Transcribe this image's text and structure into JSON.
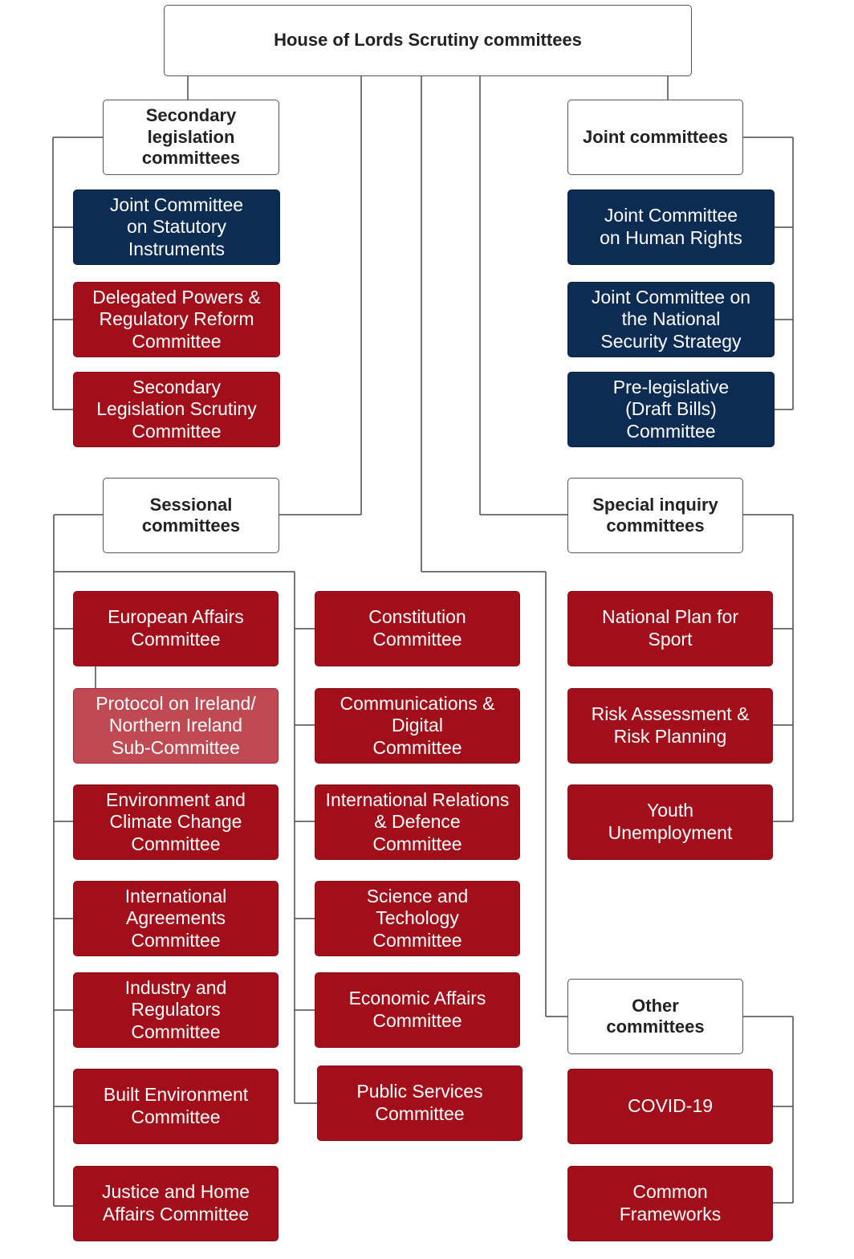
{
  "root": "House of Lords Scrutiny committees",
  "groups": {
    "secondary": {
      "heading": "Secondary\nlegislation\ncommittees",
      "items": [
        "Joint Committee\non Statutory\nInstruments",
        "Delegated Powers &\nRegulatory Reform\nCommittee",
        "Secondary\nLegislation Scrutiny\nCommittee"
      ]
    },
    "joint": {
      "heading": "Joint committees",
      "items": [
        "Joint Committee\non Human Rights",
        "Joint Committee on\nthe National\nSecurity Strategy",
        "Pre-legislative\n(Draft Bills)\nCommittee"
      ]
    },
    "sessional": {
      "heading": "Sessional\ncommittees",
      "left": [
        "European Affairs\nCommittee",
        "Protocol on Ireland/\nNorthern Ireland\nSub-Committee",
        "Environment and\nClimate Change\nCommittee",
        "International\nAgreements\nCommittee",
        "Industry and\nRegulators\nCommittee",
        "Built Environment\nCommittee",
        "Justice and Home\nAffairs Committee"
      ],
      "right": [
        "Constitution\nCommittee",
        "Communications &\nDigital\nCommittee",
        "International Relations\n& Defence\nCommittee",
        "Science and\nTechology\nCommittee",
        "Economic Affairs\nCommittee",
        "Public Services\nCommittee"
      ]
    },
    "special": {
      "heading": "Special inquiry\ncommittees",
      "items": [
        "National Plan for\nSport",
        "Risk Assessment &\nRisk Planning",
        "Youth\nUnemployment"
      ]
    },
    "other": {
      "heading": "Other\ncommittees",
      "items": [
        "COVID-19",
        "Common\nFrameworks"
      ]
    }
  },
  "colors": {
    "navy": "#0d2c54",
    "red": "#a20f1a",
    "pink": "#c04a53",
    "connector": "#4a4a4a"
  }
}
